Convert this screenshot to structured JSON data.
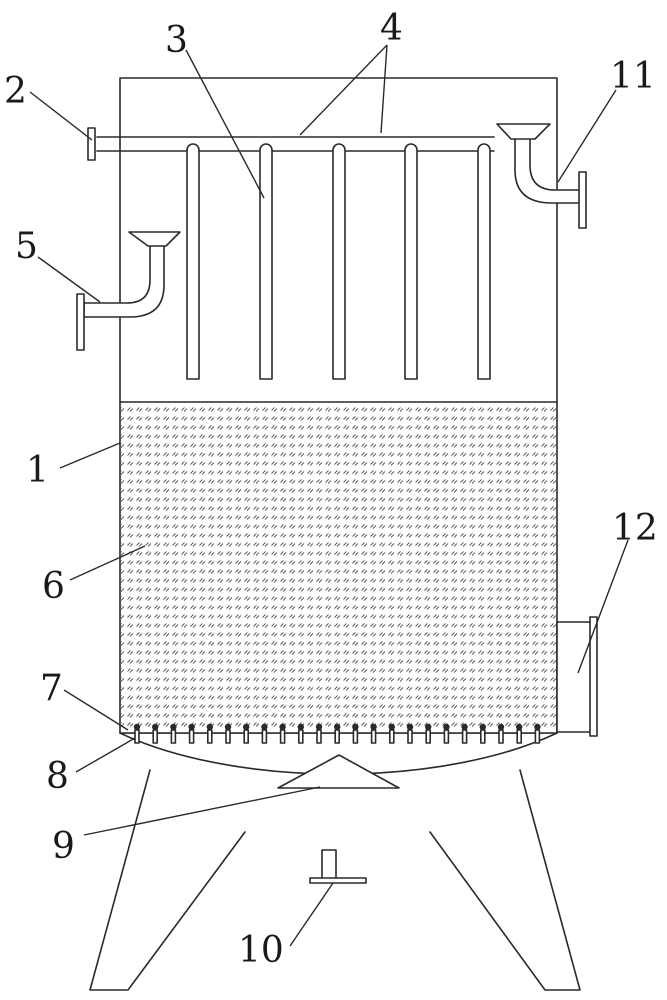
{
  "labels": {
    "n1": "1",
    "n2": "2",
    "n3": "3",
    "n4": "4",
    "n5": "5",
    "n6": "6",
    "n7": "7",
    "n8": "8",
    "n9": "9",
    "n10": "10",
    "n11": "11",
    "n12": "12"
  },
  "packing_color": "#555555",
  "line_color": "#2a2a2a"
}
